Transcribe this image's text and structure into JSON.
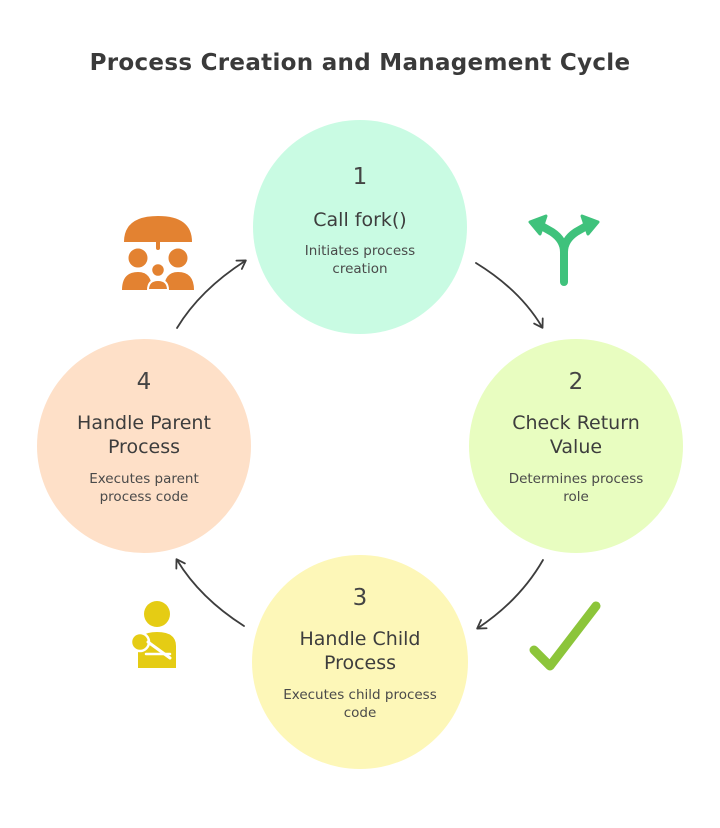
{
  "diagram": {
    "title": "Process Creation and Management Cycle",
    "nodes": [
      {
        "number": "1",
        "heading": "Call fork()",
        "description": "Initiates process creation",
        "color": "#c9fbe3"
      },
      {
        "number": "2",
        "heading": "Check Return Value",
        "description": "Determines process role",
        "color": "#e8fdc0"
      },
      {
        "number": "3",
        "heading": "Handle Child Process",
        "description": "Executes child process code",
        "color": "#fdf7b8"
      },
      {
        "number": "4",
        "heading": "Handle Parent Process",
        "description": "Executes parent process code",
        "color": "#fee0c8"
      }
    ],
    "icons": [
      {
        "name": "fork-arrow-icon",
        "color": "#3fc27c"
      },
      {
        "name": "checkmark-icon",
        "color": "#8cc53a"
      },
      {
        "name": "child-icon",
        "color": "#e5cc14"
      },
      {
        "name": "parents-umbrella-icon",
        "color": "#e38231"
      }
    ],
    "arrow_color": "#3d3d3d"
  }
}
